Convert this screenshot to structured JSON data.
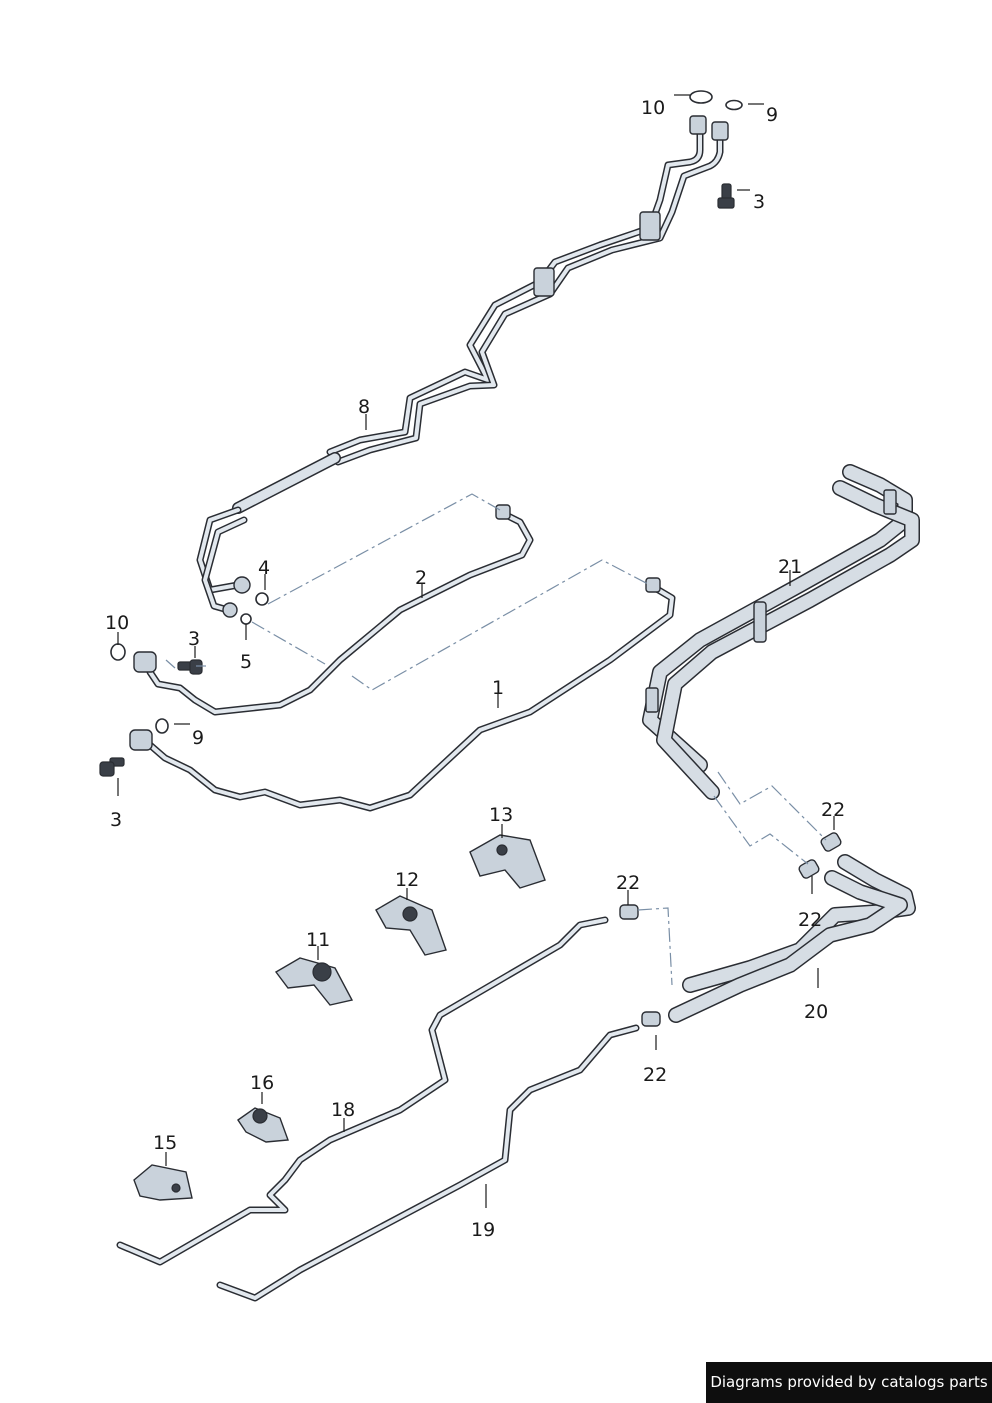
{
  "callouts": {
    "c1": "1",
    "c2": "2",
    "c3a": "3",
    "c3b": "3",
    "c3c": "3",
    "c4": "4",
    "c5": "5",
    "c8": "8",
    "c9a": "9",
    "c9b": "9",
    "c10a": "10",
    "c10b": "10",
    "c11": "11",
    "c12": "12",
    "c13": "13",
    "c15": "15",
    "c16": "16",
    "c18": "18",
    "c19": "19",
    "c20": "20",
    "c21": "21",
    "c22a": "22",
    "c22b": "22",
    "c22c": "22",
    "c22d": "22"
  },
  "footer": {
    "text": "Diagrams provided by catalogs parts"
  },
  "colors": {
    "pipe_outline": "#2a2d33",
    "pipe_fill": "#e2e8ee",
    "part_fill": "#c9d2db",
    "dash_line": "#7a8fa6",
    "footer_bg": "#0e0e0e"
  }
}
